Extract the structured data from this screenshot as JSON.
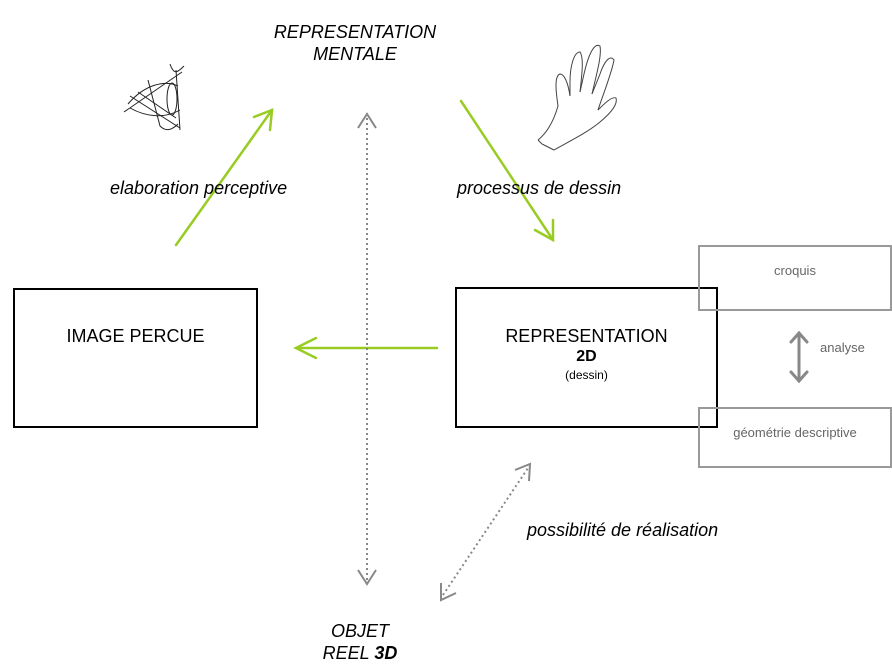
{
  "top_label": {
    "line1": "REPRESENTATION",
    "line2": "MENTALE"
  },
  "bottom_label": {
    "line1": "OBJET",
    "line2_prefix": "REEL ",
    "line2_bold": "3D"
  },
  "labels": {
    "elaboration": "elaboration perceptive",
    "processus": "processus de dessin",
    "realisation": "possibilité de réalisation"
  },
  "image_box": {
    "label": "IMAGE PERCUE"
  },
  "repr_box": {
    "line1": "REPRESENTATION",
    "line2": "2D",
    "line3": "(dessin)"
  },
  "side": {
    "croquis": "croquis",
    "analyse": "analyse",
    "geometrie": "géométrie descriptive"
  },
  "colors": {
    "green_arrow": "#99cc22",
    "gray_arrow": "#888888",
    "box_gray": "#999999"
  },
  "icons": [
    "eye-sketch-icon",
    "hand-sketch-icon"
  ]
}
